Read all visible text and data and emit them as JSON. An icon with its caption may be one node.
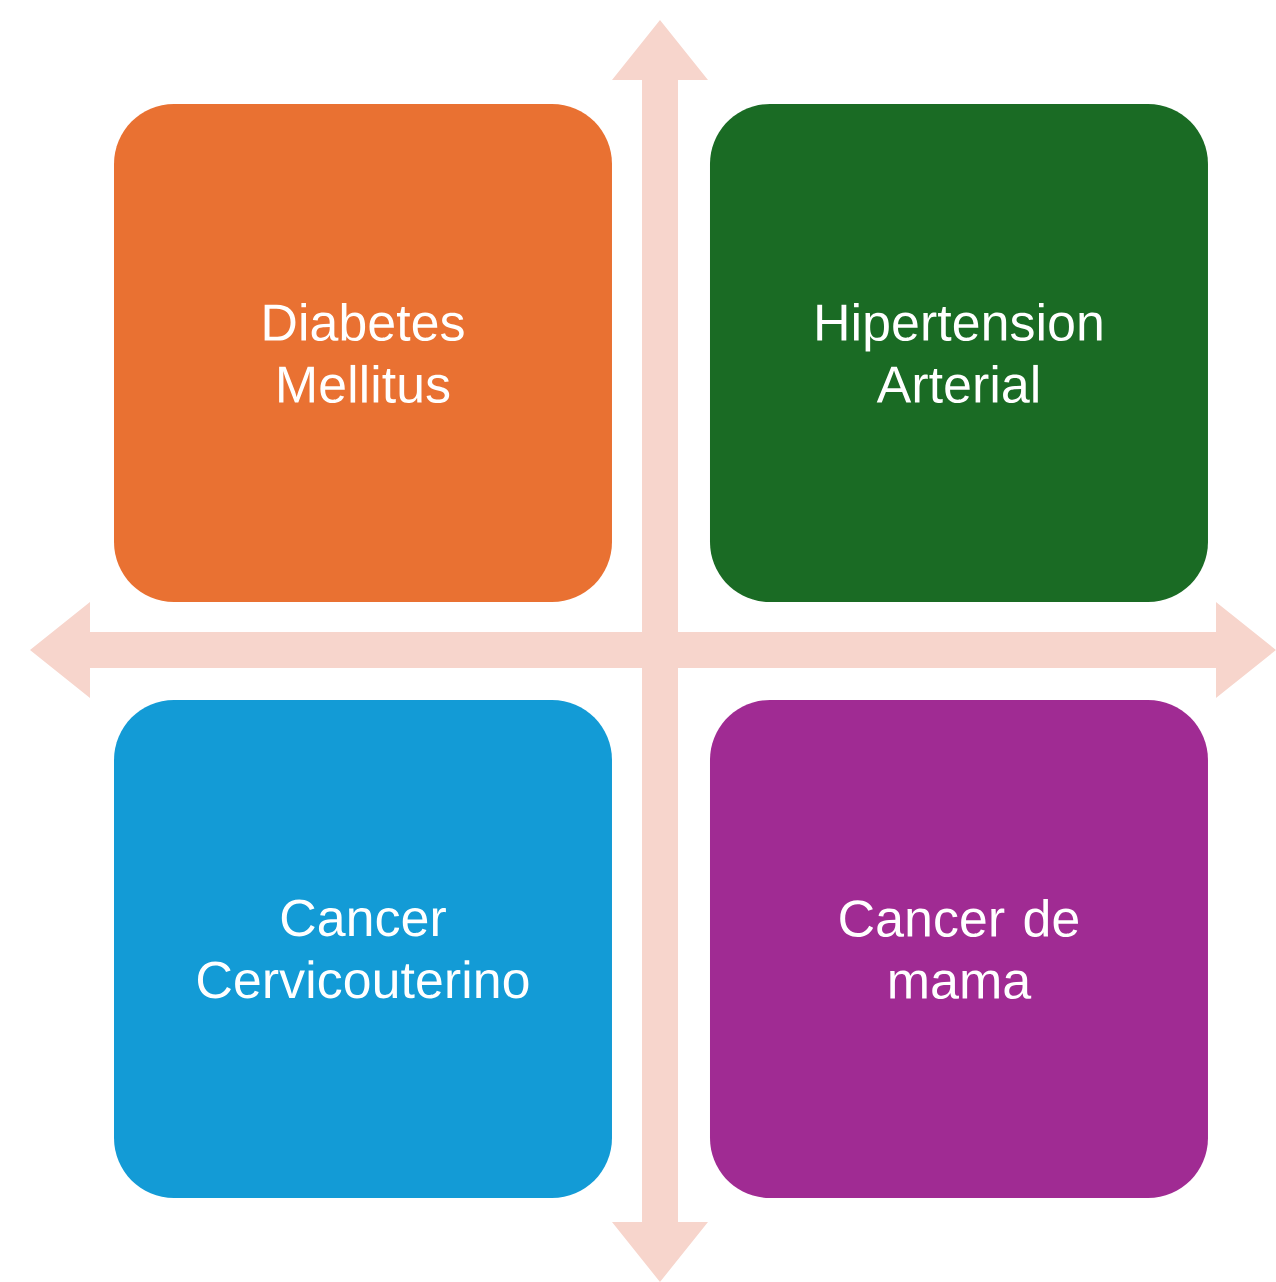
{
  "diagram": {
    "nodes": [
      {
        "text": [
          "Diabetes Mellitus"
        ]
      },
      {
        "text": [
          "Hipertension Arterial"
        ]
      },
      {
        "text": [
          "Cancer Cervicouterino"
        ]
      },
      {
        "text": [
          "Cancer de mama"
        ]
      }
    ]
  }
}
